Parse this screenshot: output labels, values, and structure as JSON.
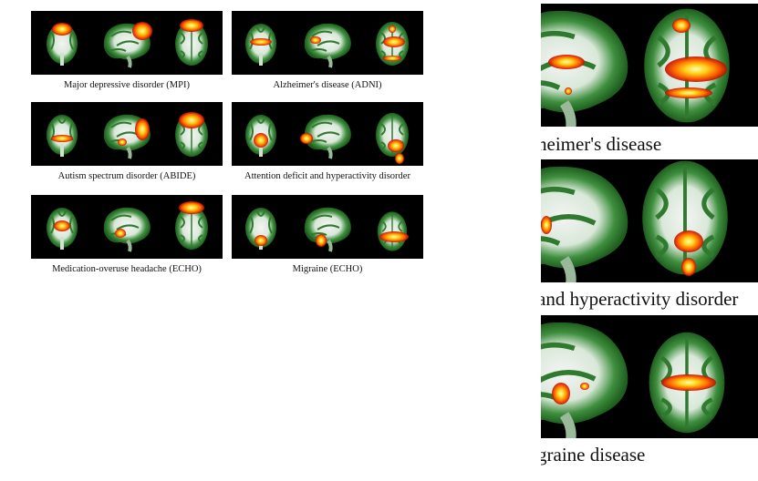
{
  "panels": [
    {
      "caption": "Major depressive disorder (MPI)"
    },
    {
      "caption": "Alzheimer's disease (ADNI)"
    },
    {
      "caption": "Autism spectrum disorder (ABIDE)"
    },
    {
      "caption": "Attention deficit and hyperactivity disorder"
    },
    {
      "caption": "Medication-overuse headache (ECHO)"
    },
    {
      "caption": "Migraine (ECHO)"
    }
  ],
  "zoom": [
    {
      "caption": "heimer's disease"
    },
    {
      "caption": " and hyperactivity disorder"
    },
    {
      "caption": "graine disease"
    }
  ],
  "colors": {
    "background": "#000000",
    "white_matter": "#f0f0f0",
    "gray_matter": "#2e7d2e",
    "activation_core": "#ffff66",
    "activation_mid": "#ff9900",
    "activation_edge": "#cc1100"
  }
}
